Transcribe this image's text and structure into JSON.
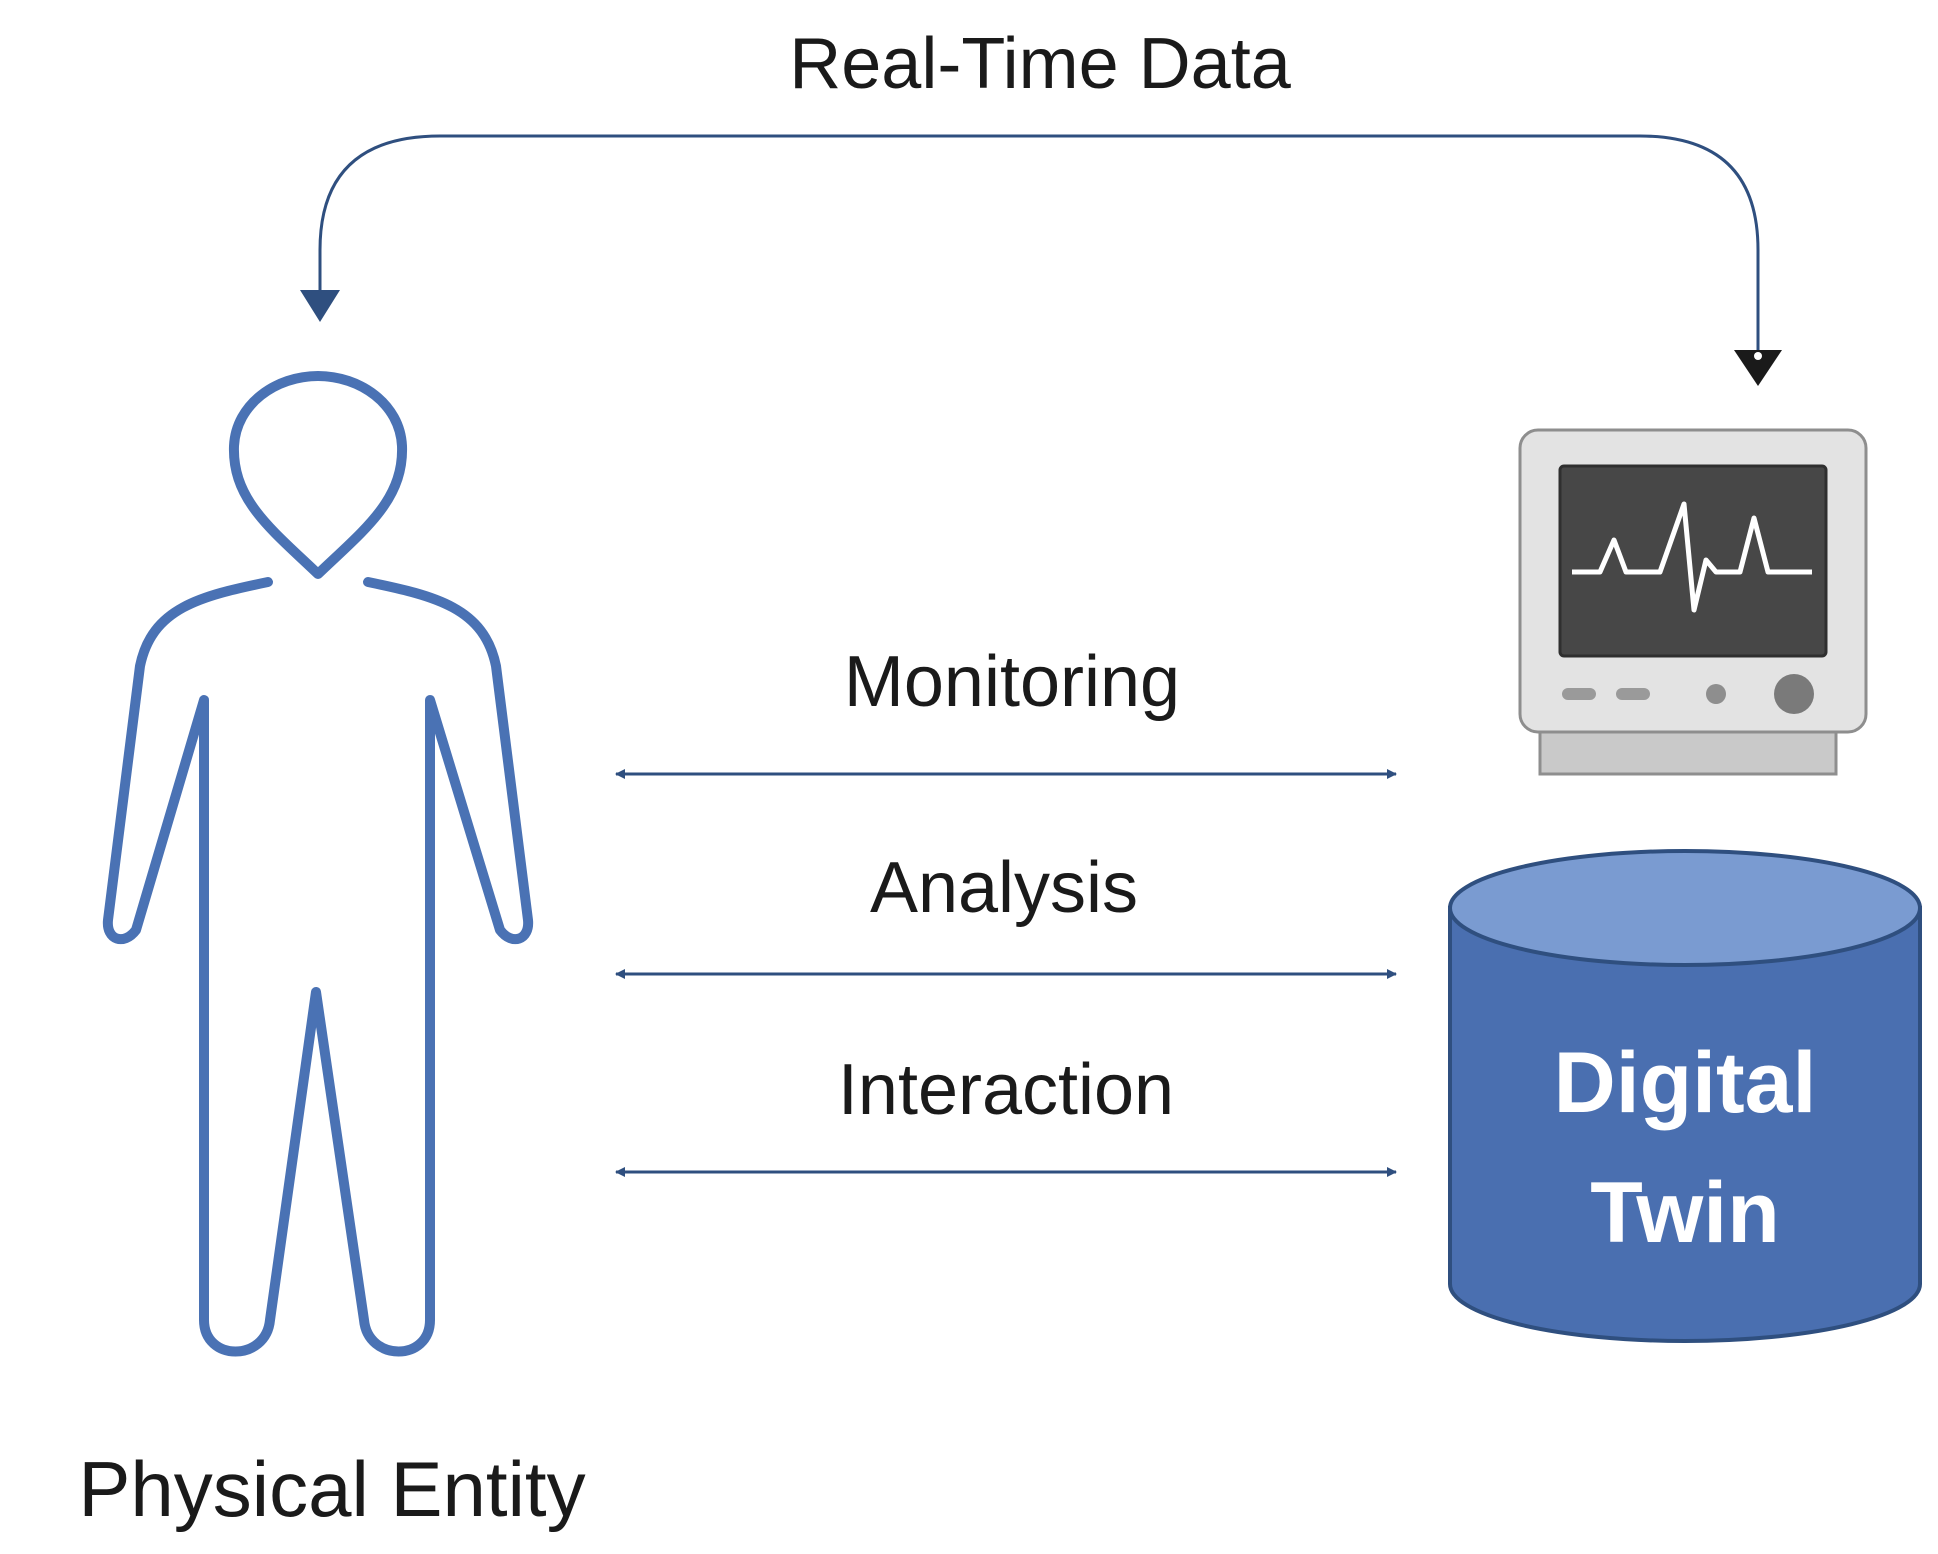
{
  "labels": {
    "top_flow": "Real-Time Data",
    "physical_entity": "Physical Entity",
    "digital_twin_line1": "Digital",
    "digital_twin_line2": "Twin"
  },
  "links": [
    {
      "label": "Monitoring",
      "direction": "bidirectional"
    },
    {
      "label": "Analysis",
      "direction": "bidirectional"
    },
    {
      "label": "Interaction",
      "direction": "bidirectional"
    }
  ],
  "icons": {
    "person": "person-outline-icon",
    "monitor": "vital-signs-monitor-icon",
    "database": "database-cylinder-icon"
  },
  "colors": {
    "person_outline": "#4a72b4",
    "arrow": "#2f4f7f",
    "cylinder_body": "#4a6fb0",
    "cylinder_top": "#7a9bd1",
    "monitor_case": "#e3e3e3",
    "monitor_screen": "#474747",
    "heartbeat": "#ffffff",
    "text": "#1a1a1a"
  }
}
